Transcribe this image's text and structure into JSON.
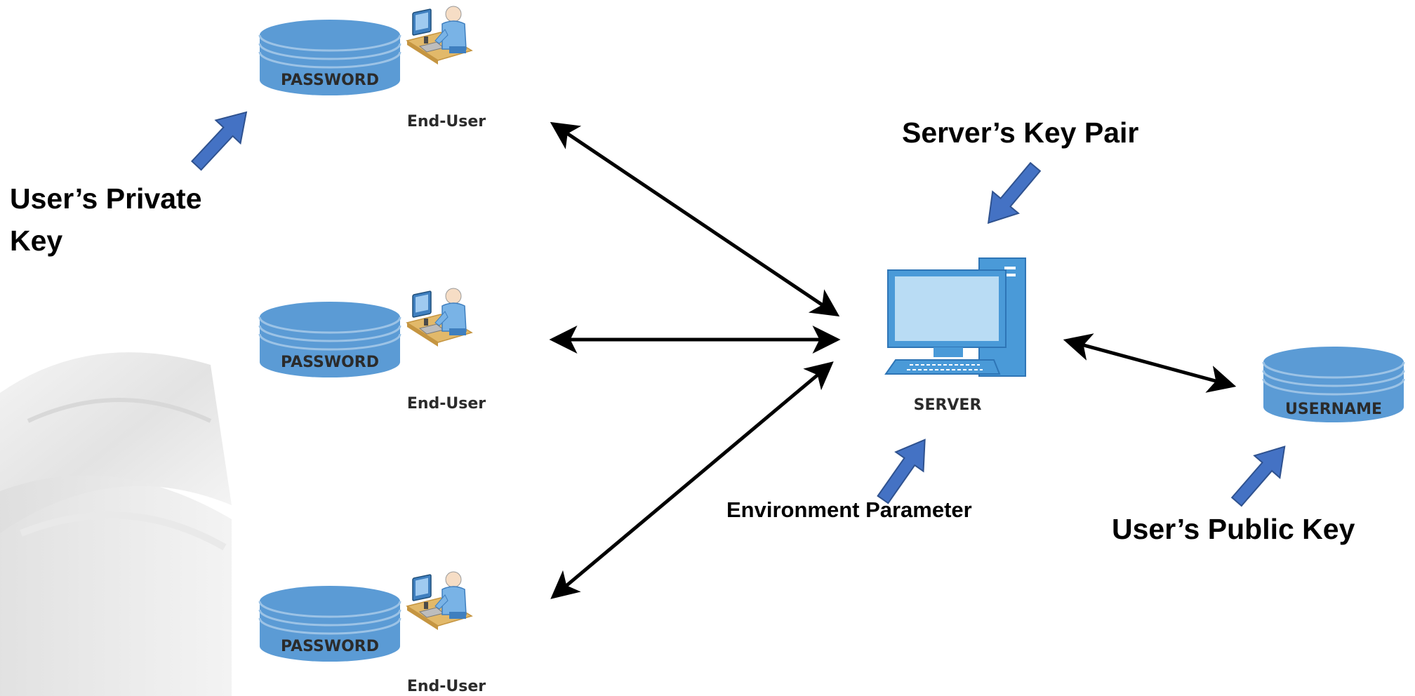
{
  "colors": {
    "db_fill": "#5b9bd5",
    "db_light": "#9cc3e6",
    "db_stroke": "#41719c",
    "pointer_arrow": "#4472c4",
    "link_arrow": "#000000",
    "monitor": "#4a9ad8",
    "screen": "#b9dcf4"
  },
  "clients": [
    {
      "database_label": "PASSWORD",
      "caption": "End-User"
    },
    {
      "database_label": "PASSWORD",
      "caption": "End-User"
    },
    {
      "database_label": "PASSWORD",
      "caption": "End-User"
    }
  ],
  "server": {
    "caption": "SERVER",
    "icon": "computer-icon"
  },
  "user_store": {
    "database_label": "USERNAME"
  },
  "annotations": {
    "private_key_line1": "User’s Private",
    "private_key_line2": "Key",
    "server_key_pair": "Server’s Key Pair",
    "environment_parameter": "Environment Parameter",
    "public_key": "User’s Public Key"
  },
  "icons": [
    "database-icon",
    "user-at-computer-icon",
    "computer-icon",
    "pointer-arrow-icon"
  ]
}
